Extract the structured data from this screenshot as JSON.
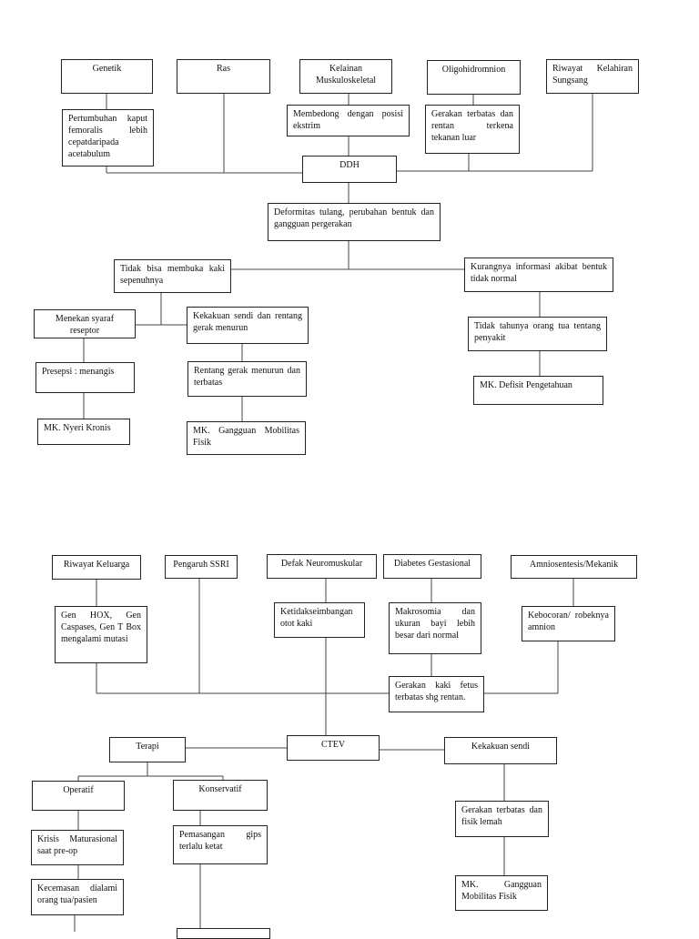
{
  "diagram1": {
    "genetik": "Genetik",
    "ras": "Ras",
    "kelainan": "Kelainan Muskuloskeletal",
    "oligo": "Oligohidromnion",
    "riwayat_kelahiran": "Riwayat Kelahiran Sungsang",
    "pertumbuhan": "Pertumbuhan kaput femoralis lebih cepatdaripada acetabulum",
    "membedong": "Membedong dengan posisi ekstrim",
    "gerakan_terbatas": "Gerakan terbatas dan rentan terkena tekanan luar",
    "ddh": "DDH",
    "deformitas": "Deformitas tulang, perubahan bentuk dan gangguan pergerakan",
    "tidak_bisa": "Tidak bisa membuka kaki sepenuhnya",
    "kurangnya": "Kurangnya informasi akibat bentuk tidak normal",
    "menekan": "Menekan syaraf reseptor",
    "kekakuan": "Kekakuan sendi dan rentang gerak menurun",
    "tidak_tahu": "Tidak tahunya orang tua tentang penyakit",
    "presepsi": "Presepsi : menangis",
    "rentang": "Rentang gerak menurun dan terbatas",
    "defisit": "MK. Defisit Pengetahuan",
    "nyeri": "MK. Nyeri Kronis",
    "mobilitas": "MK. Gangguan Mobilitas Fisik"
  },
  "diagram2": {
    "riwayat_keluarga": "Riwayat Keluarga",
    "ssri": "Pengaruh SSRI",
    "defak": "Defak Neuromuskular",
    "diabetes": "Diabetes Gestasional",
    "amnio": "Amniosentesis/Mekanik",
    "gen": "Gen HOX, Gen Caspases, Gen T Box mengalami mutasi",
    "ketidak": "Ketidakseimbangan otot kaki",
    "makro": "Makrosomia dan ukuran bayi lebih besar dari normal",
    "kebocoran": "Kebocoran/ robeknya amnion",
    "gerakan_fetus": "Gerakan kaki fetus terbatas shg rentan.",
    "terapi": "Terapi",
    "ctev": "CTEV",
    "kekakuan_sendi": "Kekakuan sendi",
    "operatif": "Operatif",
    "konservatif": "Konservatif",
    "gerakan_fisik": "Gerakan terbatas dan fisik lemah",
    "krisis": "Krisis Maturasional saat pre-op",
    "pemasangan": "Pemasangan gips terlalu ketat",
    "kecemasan": "Kecemasan dialami orang tua/pasien",
    "mk_mobilitas": "MK. Gangguan Mobilitas Fisik"
  }
}
